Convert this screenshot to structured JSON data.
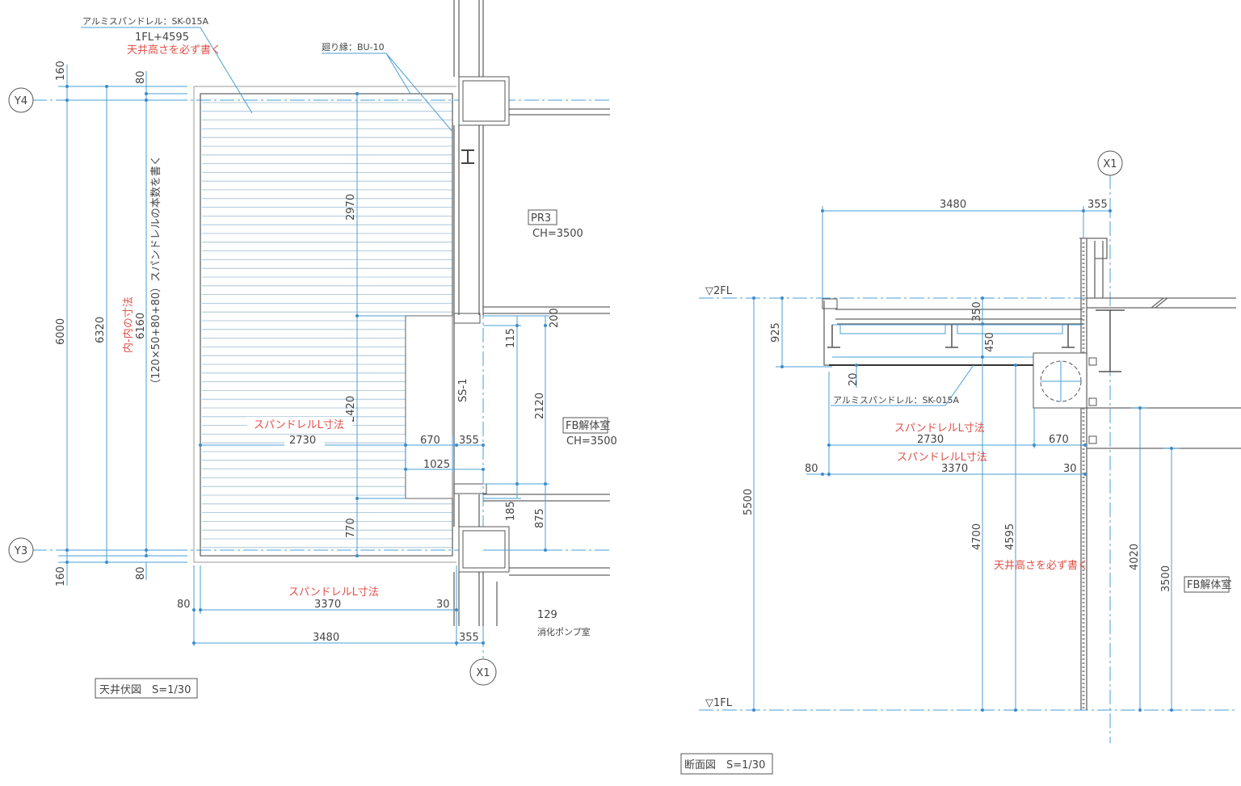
{
  "plan": {
    "grid_y4": "Y4",
    "grid_y3": "Y3",
    "grid_x1": "X1",
    "leader_spandrel": "アルミスパンドレル：SK-015A",
    "ceiling_height": "1FL+4595",
    "note_ceiling": "天井高さを必ず書く",
    "leader_edge": "廻り縁：BU-10",
    "dim_160_top": "160",
    "dim_80_top": "80",
    "dim_160_bottom": "160",
    "dim_80_bottom": "80",
    "dim_6000": "6000",
    "dim_6320": "6320",
    "note_inner": "内-内の寸法",
    "dim_6160": "6160",
    "note_count": "（120×50+80+80）スパンドレルの本数を書く",
    "dim_2970": "2970",
    "dim_2420": "2420",
    "dim_770": "770",
    "note_span_1": "スパンドレルL寸法",
    "dim_2730": "2730",
    "dim_670": "670",
    "dim_355_a": "355",
    "dim_1025": "1025",
    "beam_label": "SS-1",
    "dim_115": "115",
    "dim_200": "200",
    "dim_2120": "2120",
    "dim_185": "185",
    "dim_875": "875",
    "note_span_2": "スパンドレルL寸法",
    "dim_80_left": "80",
    "dim_3370": "3370",
    "dim_30": "30",
    "dim_3480": "3480",
    "dim_355_b": "355",
    "room_pr3": "PR3",
    "room_pr3_ch": "CH=3500",
    "room_fb": "FB解体室",
    "room_fb_ch": "CH=3500",
    "room_129": "129",
    "room_pump": "消化ポンプ室",
    "title": "天井伏図　S=1/30"
  },
  "section": {
    "grid_x1": "X1",
    "dim_3480": "3480",
    "dim_355": "355",
    "level_2fl": "▽2FL",
    "level_1fl": "▽1FL",
    "dim_925": "925",
    "dim_350": "350",
    "dim_450": "450",
    "dim_20": "20",
    "leader_spandrel": "アルミスパンドレル：SK-015A",
    "note_span_1": "スパンドレルL寸法",
    "dim_2730": "2730",
    "dim_670": "670",
    "note_span_2": "スパンドレルL寸法",
    "dim_80": "80",
    "dim_3370": "3370",
    "dim_30": "30",
    "dim_5500": "5500",
    "dim_4700": "4700",
    "dim_4595": "4595",
    "note_ceiling": "天井高さを必ず書く",
    "dim_4020": "4020",
    "dim_3500": "3500",
    "room_fb": "FB解体室",
    "title": "断面図　S=1/30"
  }
}
